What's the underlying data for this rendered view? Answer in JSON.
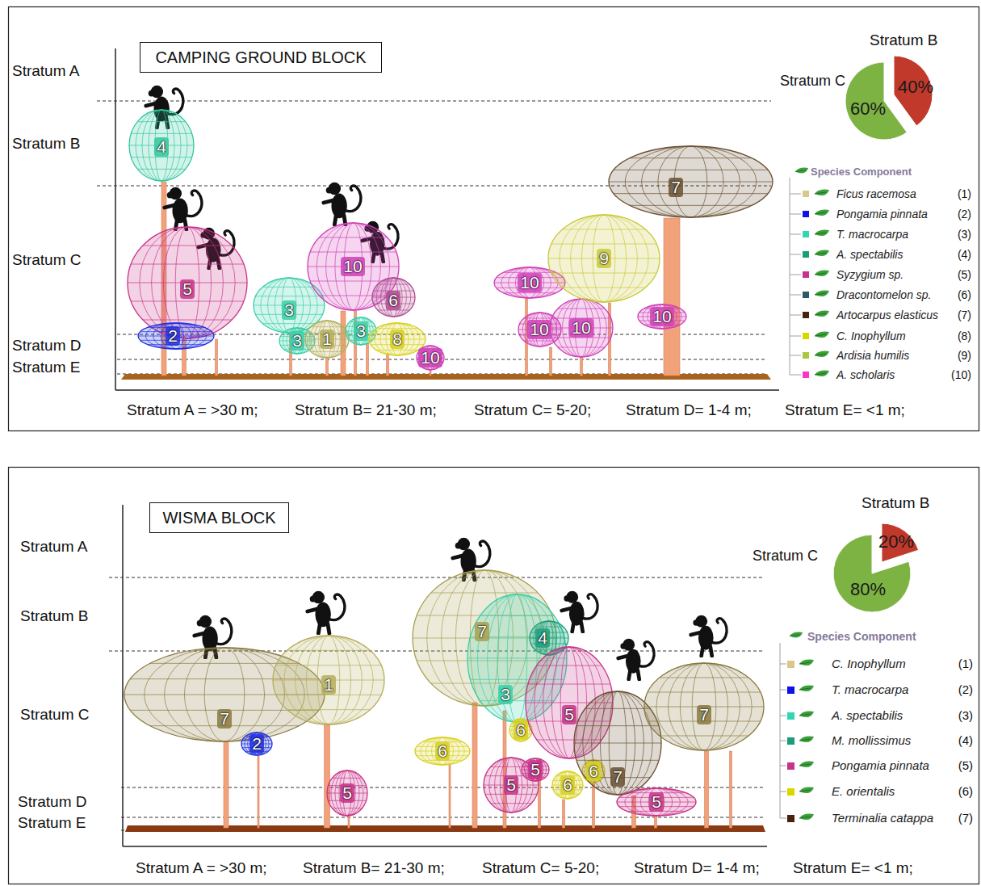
{
  "diagram": {
    "nodes": [
      {
        "text": [
          "CAMPING GROUND BLOCK"
        ]
      },
      {
        "text": [
          "40%"
        ]
      },
      {
        "text": [
          "60%"
        ]
      },
      {
        "text": [
          "4"
        ]
      },
      {
        "text": [
          "5"
        ]
      },
      {
        "text": [
          "2"
        ]
      },
      {
        "text": [
          "3"
        ]
      },
      {
        "text": [
          "3"
        ]
      },
      {
        "text": [
          "1"
        ]
      },
      {
        "text": [
          "10"
        ]
      },
      {
        "text": [
          "6"
        ]
      },
      {
        "text": [
          "3"
        ]
      },
      {
        "text": [
          "8"
        ]
      },
      {
        "text": [
          "10"
        ]
      },
      {
        "text": [
          "10"
        ]
      },
      {
        "text": [
          "10"
        ]
      },
      {
        "text": [
          "10"
        ]
      },
      {
        "text": [
          "9"
        ]
      },
      {
        "text": [
          "7"
        ]
      },
      {
        "text": [
          "10"
        ]
      },
      {
        "text": [
          "WISMA BLOCK"
        ]
      },
      {
        "text": [
          "20%"
        ]
      },
      {
        "text": [
          "80%"
        ]
      },
      {
        "text": [
          "7"
        ]
      },
      {
        "text": [
          "2"
        ]
      },
      {
        "text": [
          "1"
        ]
      },
      {
        "text": [
          "5"
        ]
      },
      {
        "text": [
          "6"
        ]
      },
      {
        "text": [
          "7"
        ]
      },
      {
        "text": [
          "3"
        ]
      },
      {
        "text": [
          "4"
        ]
      },
      {
        "text": [
          "6"
        ]
      },
      {
        "text": [
          "5"
        ]
      },
      {
        "text": [
          "5"
        ]
      },
      {
        "text": [
          "5"
        ]
      },
      {
        "text": [
          "6"
        ]
      },
      {
        "text": [
          "6"
        ]
      },
      {
        "text": [
          "7"
        ]
      },
      {
        "text": [
          "5"
        ]
      },
      {
        "text": [
          "7"
        ]
      }
    ],
    "labels": [
      "Stratum A",
      "Stratum B",
      "Stratum C",
      "Stratum D",
      "Stratum E",
      "Stratum B",
      "Stratum C",
      "Species Component",
      "(1)",
      "(2)",
      "(3)",
      "(4)",
      "(5)",
      "(6)",
      "(7)",
      "(8)",
      "(9)",
      "(10)",
      "Stratum A = >30 m;",
      "Stratum B= 21-30 m;",
      "Stratum C= 5-20;",
      "Stratum D= 1-4 m;",
      "Stratum E= <1 m;",
      "Stratum A",
      "Stratum B",
      "Stratum C",
      "Stratum D",
      "Stratum E",
      "Stratum B",
      "Stratum C",
      "Species Component",
      "(1)",
      "(2)",
      "(3)",
      "(4)",
      "(5)",
      "(6)",
      "(7)",
      "Stratum A = >30 m;",
      "Stratum B= 21-30 m;",
      "Stratum C= 5-20;",
      "Stratum D= 1-4 m;",
      "Stratum E= <1 m;"
    ],
    "legend": [
      {
        "text": "Ficus racemosa",
        "color": "#d8c88a"
      },
      {
        "text": "Pongamia pinnata",
        "color": "#1010e8"
      },
      {
        "text": "T. macrocarpa",
        "color": "#33d6b0"
      },
      {
        "text": "A. spectabilis",
        "color": "#1a9e7a"
      },
      {
        "text": "Syzygium sp.",
        "color": "#c8338a"
      },
      {
        "text": "Dracontomelon sp.",
        "color": "#2a5a6a"
      },
      {
        "text": "Artocarpus elasticus",
        "color": "#4a2010"
      },
      {
        "text": "C. Inophyllum",
        "color": "#d8d800"
      },
      {
        "text": "Ardisia humilis",
        "color": "#a8c840"
      },
      {
        "text": "A. scholaris",
        "color": "#ff33cc"
      },
      {
        "text": "C. Inophyllum",
        "color": "#d8c88a"
      },
      {
        "text": "T. macrocarpa",
        "color": "#1010e8"
      },
      {
        "text": "A. spectabilis",
        "color": "#33d6b0"
      },
      {
        "text": "M. mollissimus",
        "color": "#1a9e7a"
      },
      {
        "text": "Pongamia pinnata",
        "color": "#c8338a"
      },
      {
        "text": "E. orientalis",
        "color": "#d8d800"
      },
      {
        "text": "Terminalia catappa",
        "color": "#4a2010"
      }
    ]
  }
}
